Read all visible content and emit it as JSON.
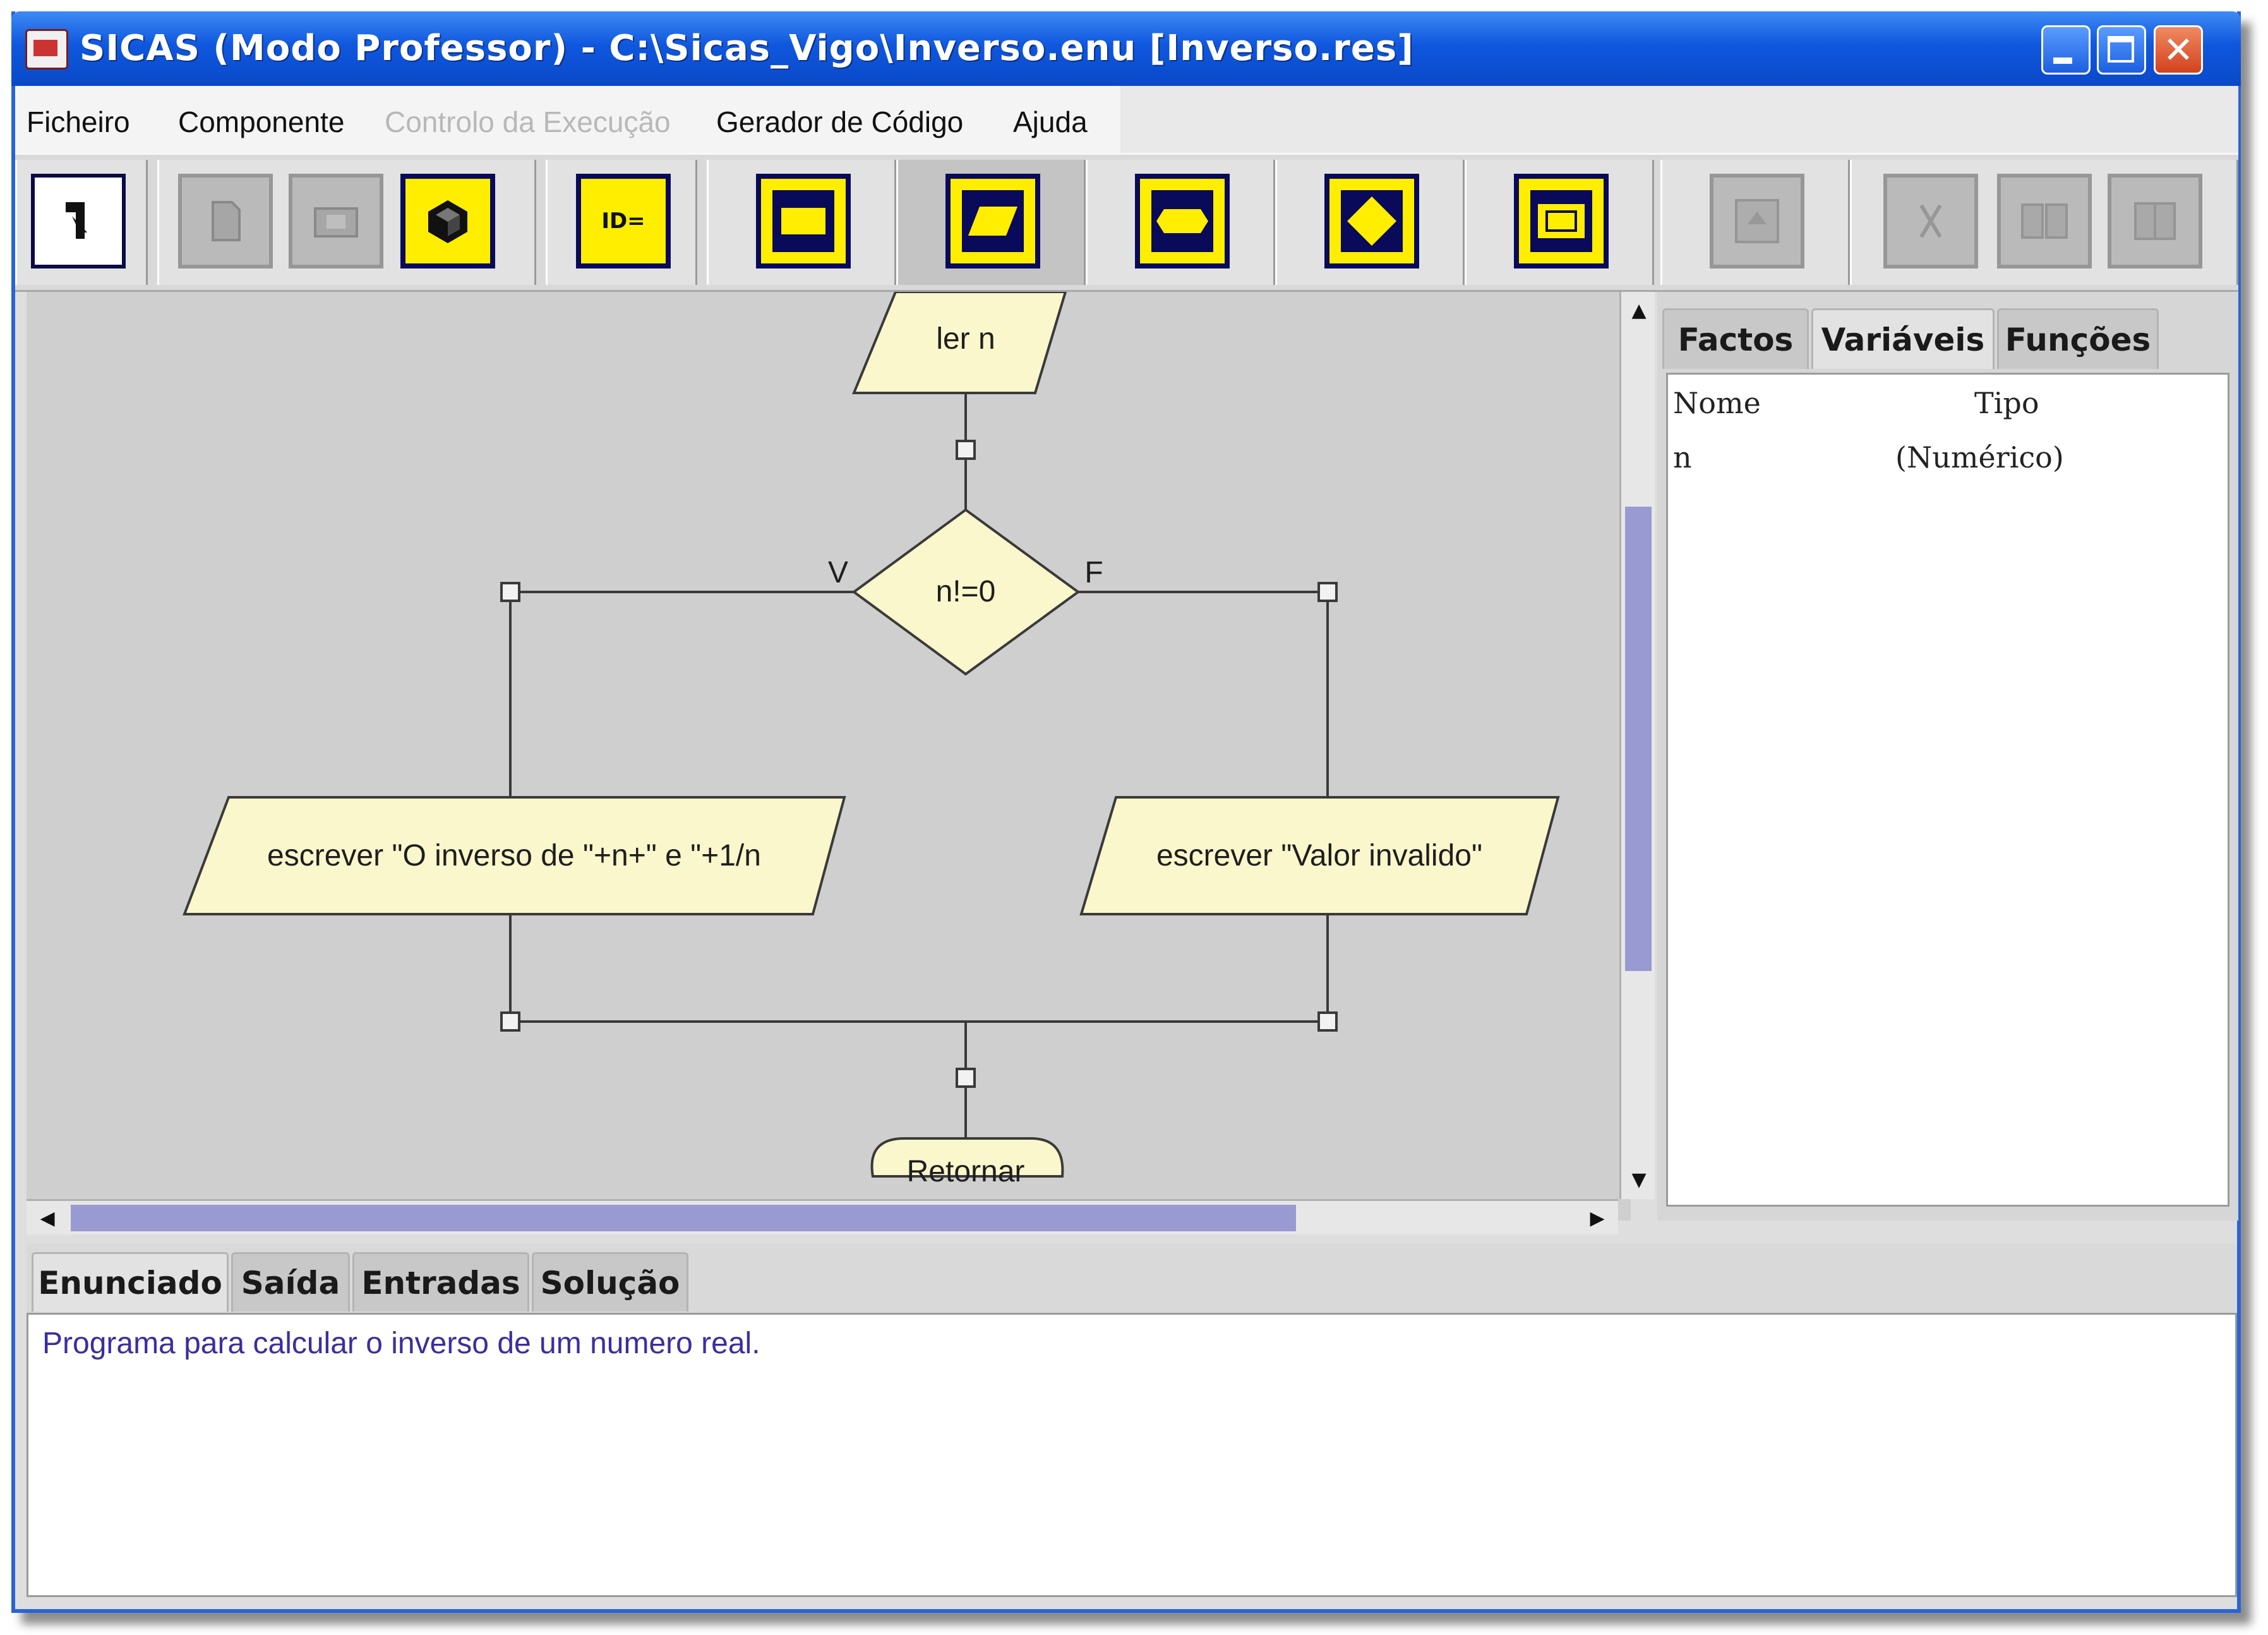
{
  "window": {
    "title": "SICAS (Modo Professor) - C:\\Sicas_Vigo\\Inverso.enu [Inverso.res]",
    "close_glyph": "✕"
  },
  "menu": {
    "items": [
      "Ficheiro",
      "Componente",
      "Controlo da Execução",
      "Gerador de Código",
      "Ajuda"
    ],
    "disabled": [
      "Controlo da Execução"
    ]
  },
  "toolbar": {
    "icons": [
      "select-icon",
      "document-icon",
      "open-icon",
      "component-icon",
      "id-icon",
      "process-block-icon",
      "io-block-icon",
      "call-block-icon",
      "decision-block-icon",
      "loop-block-icon",
      "help-icon",
      "cut-icon",
      "copy-icon",
      "paste-icon"
    ],
    "id_label": "ID="
  },
  "flowchart": {
    "nodes": {
      "read": "ler n",
      "decision": "n!=0",
      "true_branch": "V",
      "false_branch": "F",
      "write_true": "escrever \"O inverso de \"+n+\" e \"+1/n",
      "write_false": "escrever \"Valor invalido\"",
      "end": "Retornar"
    }
  },
  "variables_panel": {
    "tabs": [
      "Factos",
      "Variáveis",
      "Funções"
    ],
    "active_tab": "Variáveis",
    "headers": [
      "Nome",
      "Tipo"
    ],
    "rows": [
      [
        "n",
        "(Numérico)"
      ]
    ]
  },
  "bottom_panel": {
    "tabs": [
      "Enunciado",
      "Saída",
      "Entradas",
      "Solução"
    ],
    "active_tab": "Enunciado",
    "statement": "Programa para calcular o inverso de um numero real."
  },
  "colors": {
    "block_fill": "#fbf7cc",
    "accent": "#9a9ad2",
    "title_bar": "#0f57de"
  }
}
